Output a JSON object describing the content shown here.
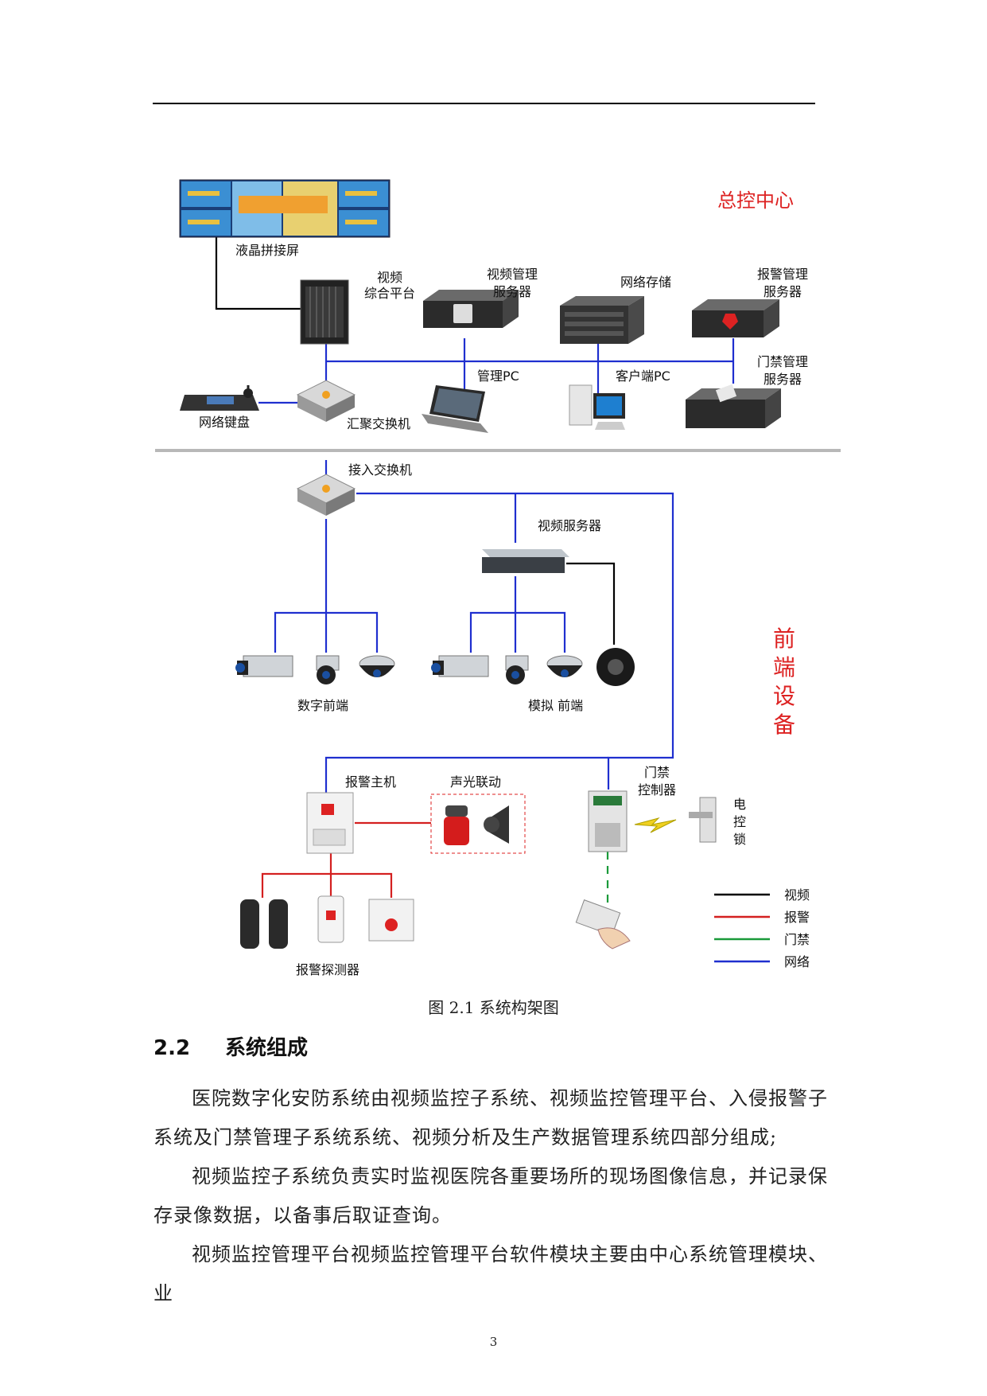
{
  "diagram": {
    "title_center": "总控中心",
    "title_front": [
      "前",
      "端",
      "设",
      "备"
    ],
    "labels": {
      "lcd_wall": "液晶拼接屏",
      "video_platform": [
        "视频",
        "综合平台"
      ],
      "video_mgmt_server": [
        "视频管理",
        "服务器"
      ],
      "network_storage": "网络存储",
      "alarm_mgmt_server": [
        "报警管理",
        "服务器"
      ],
      "access_mgmt_server": [
        "门禁管理",
        "服务器"
      ],
      "mgmt_pc": "管理PC",
      "client_pc": "客户端PC",
      "network_keyboard": "网络键盘",
      "aggregation_switch": "汇聚交换机",
      "access_switch": "接入交换机",
      "video_server": "视频服务器",
      "digital_front": "数字前端",
      "analog_front": "模拟 前端",
      "alarm_host": "报警主机",
      "sound_light": "声光联动",
      "access_controller": [
        "门禁",
        "控制器"
      ],
      "electric_lock": [
        "电",
        "控",
        "锁"
      ],
      "alarm_detector": "报警探测器"
    },
    "legend": [
      {
        "label": "视频",
        "color": "#000000"
      },
      {
        "label": "报警",
        "color": "#d42020"
      },
      {
        "label": "门禁",
        "color": "#1a9a3a"
      },
      {
        "label": "网络",
        "color": "#1f2fcf"
      }
    ]
  },
  "caption": "图 2.1 系统构架图",
  "section": {
    "number": "2.2",
    "title": "系统组成"
  },
  "paragraphs": [
    "医院数字化安防系统由视频监控子系统、视频监控管理平台、入侵报警子系统及门禁管理子系统系统、视频分析及生产数据管理系统四部分组成;",
    "视频监控子系统负责实时监视医院各重要场所的现场图像信息，并记录保存录像数据，以备事后取证查询。",
    "视频监控管理平台视频监控管理平台软件模块主要由中心系统管理模块、业"
  ],
  "page_number": "3"
}
